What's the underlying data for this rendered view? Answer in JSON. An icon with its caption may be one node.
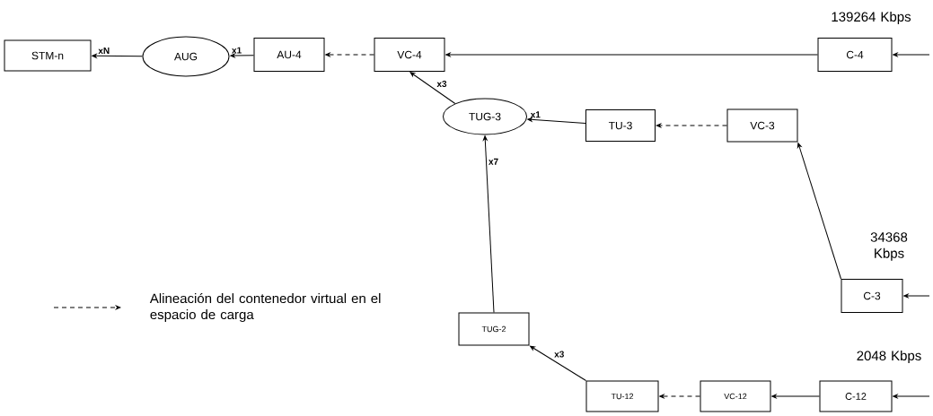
{
  "diagram": {
    "nodes": [
      {
        "text": [
          "STM-n"
        ]
      },
      {
        "text": [
          "AUG"
        ]
      },
      {
        "text": [
          "AU-4"
        ]
      },
      {
        "text": [
          "VC-4"
        ]
      },
      {
        "text": [
          "C-4"
        ],
        "beside": [
          "139264 Kbps"
        ]
      },
      {
        "text": [
          "TUG-3"
        ]
      },
      {
        "text": [
          "TU-3"
        ]
      },
      {
        "text": [
          "VC-3"
        ]
      },
      {
        "text": [
          "C-3"
        ],
        "beside": [
          "34368 Kbps"
        ]
      },
      {
        "text": [
          "TUG-2"
        ]
      },
      {
        "text": [
          "TU-12"
        ]
      },
      {
        "text": [
          "VC-12"
        ]
      },
      {
        "text": [
          "C-12"
        ],
        "beside": [
          "2048 Kbps"
        ]
      }
    ],
    "edges": [
      {
        "from": 1,
        "to": 0,
        "arrow": "to",
        "label": "xN"
      },
      {
        "from": 2,
        "to": 1,
        "arrow": "to",
        "label": "x1"
      },
      {
        "from": 3,
        "to": 2,
        "arrow": "to",
        "style": "dashed"
      },
      {
        "from": 4,
        "to": 3,
        "arrow": "to"
      },
      {
        "from": 5,
        "to": 3,
        "arrow": "to",
        "label": "x3"
      },
      {
        "from": 6,
        "to": 5,
        "arrow": "to",
        "label": "x1"
      },
      {
        "from": 7,
        "to": 6,
        "arrow": "to",
        "style": "dashed"
      },
      {
        "from": 8,
        "to": 7,
        "arrow": "to"
      },
      {
        "from": 9,
        "to": 5,
        "arrow": "to",
        "label": "x7"
      },
      {
        "from": 10,
        "to": 9,
        "arrow": "to",
        "label": "x3"
      },
      {
        "from": 11,
        "to": 10,
        "arrow": "to",
        "style": "dashed"
      },
      {
        "from": 12,
        "to": 11,
        "arrow": "to"
      },
      {
        "from": null,
        "to": 4,
        "arrow": "to"
      },
      {
        "from": null,
        "to": 8,
        "arrow": "to"
      },
      {
        "from": null,
        "to": 12,
        "arrow": "to"
      }
    ],
    "legend": [
      {
        "text": "Alineación del contenedor virtual en el espacio de carga"
      }
    ]
  }
}
